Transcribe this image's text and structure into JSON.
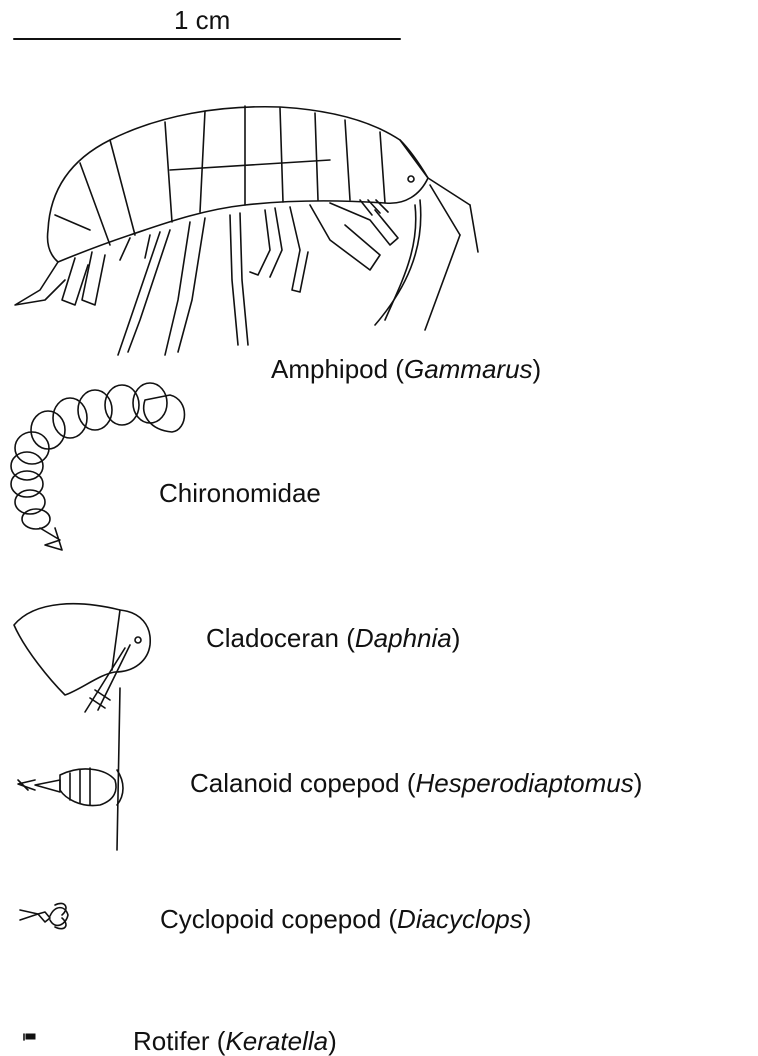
{
  "scale_bar": {
    "label": "1 cm"
  },
  "organisms": [
    {
      "common": "Amphipod",
      "genus": "Gammarus",
      "icon": "amphipod-icon"
    },
    {
      "common": "Chironomidae",
      "genus": "",
      "icon": "chironomid-larva-icon"
    },
    {
      "common": "Cladoceran",
      "genus": "Daphnia",
      "icon": "daphnia-icon"
    },
    {
      "common": "Calanoid copepod",
      "genus": "Hesperodiaptomus",
      "icon": "calanoid-copepod-icon"
    },
    {
      "common": "Cyclopoid copepod",
      "genus": "Diacyclops",
      "icon": "cyclopoid-copepod-icon"
    },
    {
      "common": "Rotifer",
      "genus": "Keratella",
      "icon": "rotifer-icon"
    }
  ]
}
